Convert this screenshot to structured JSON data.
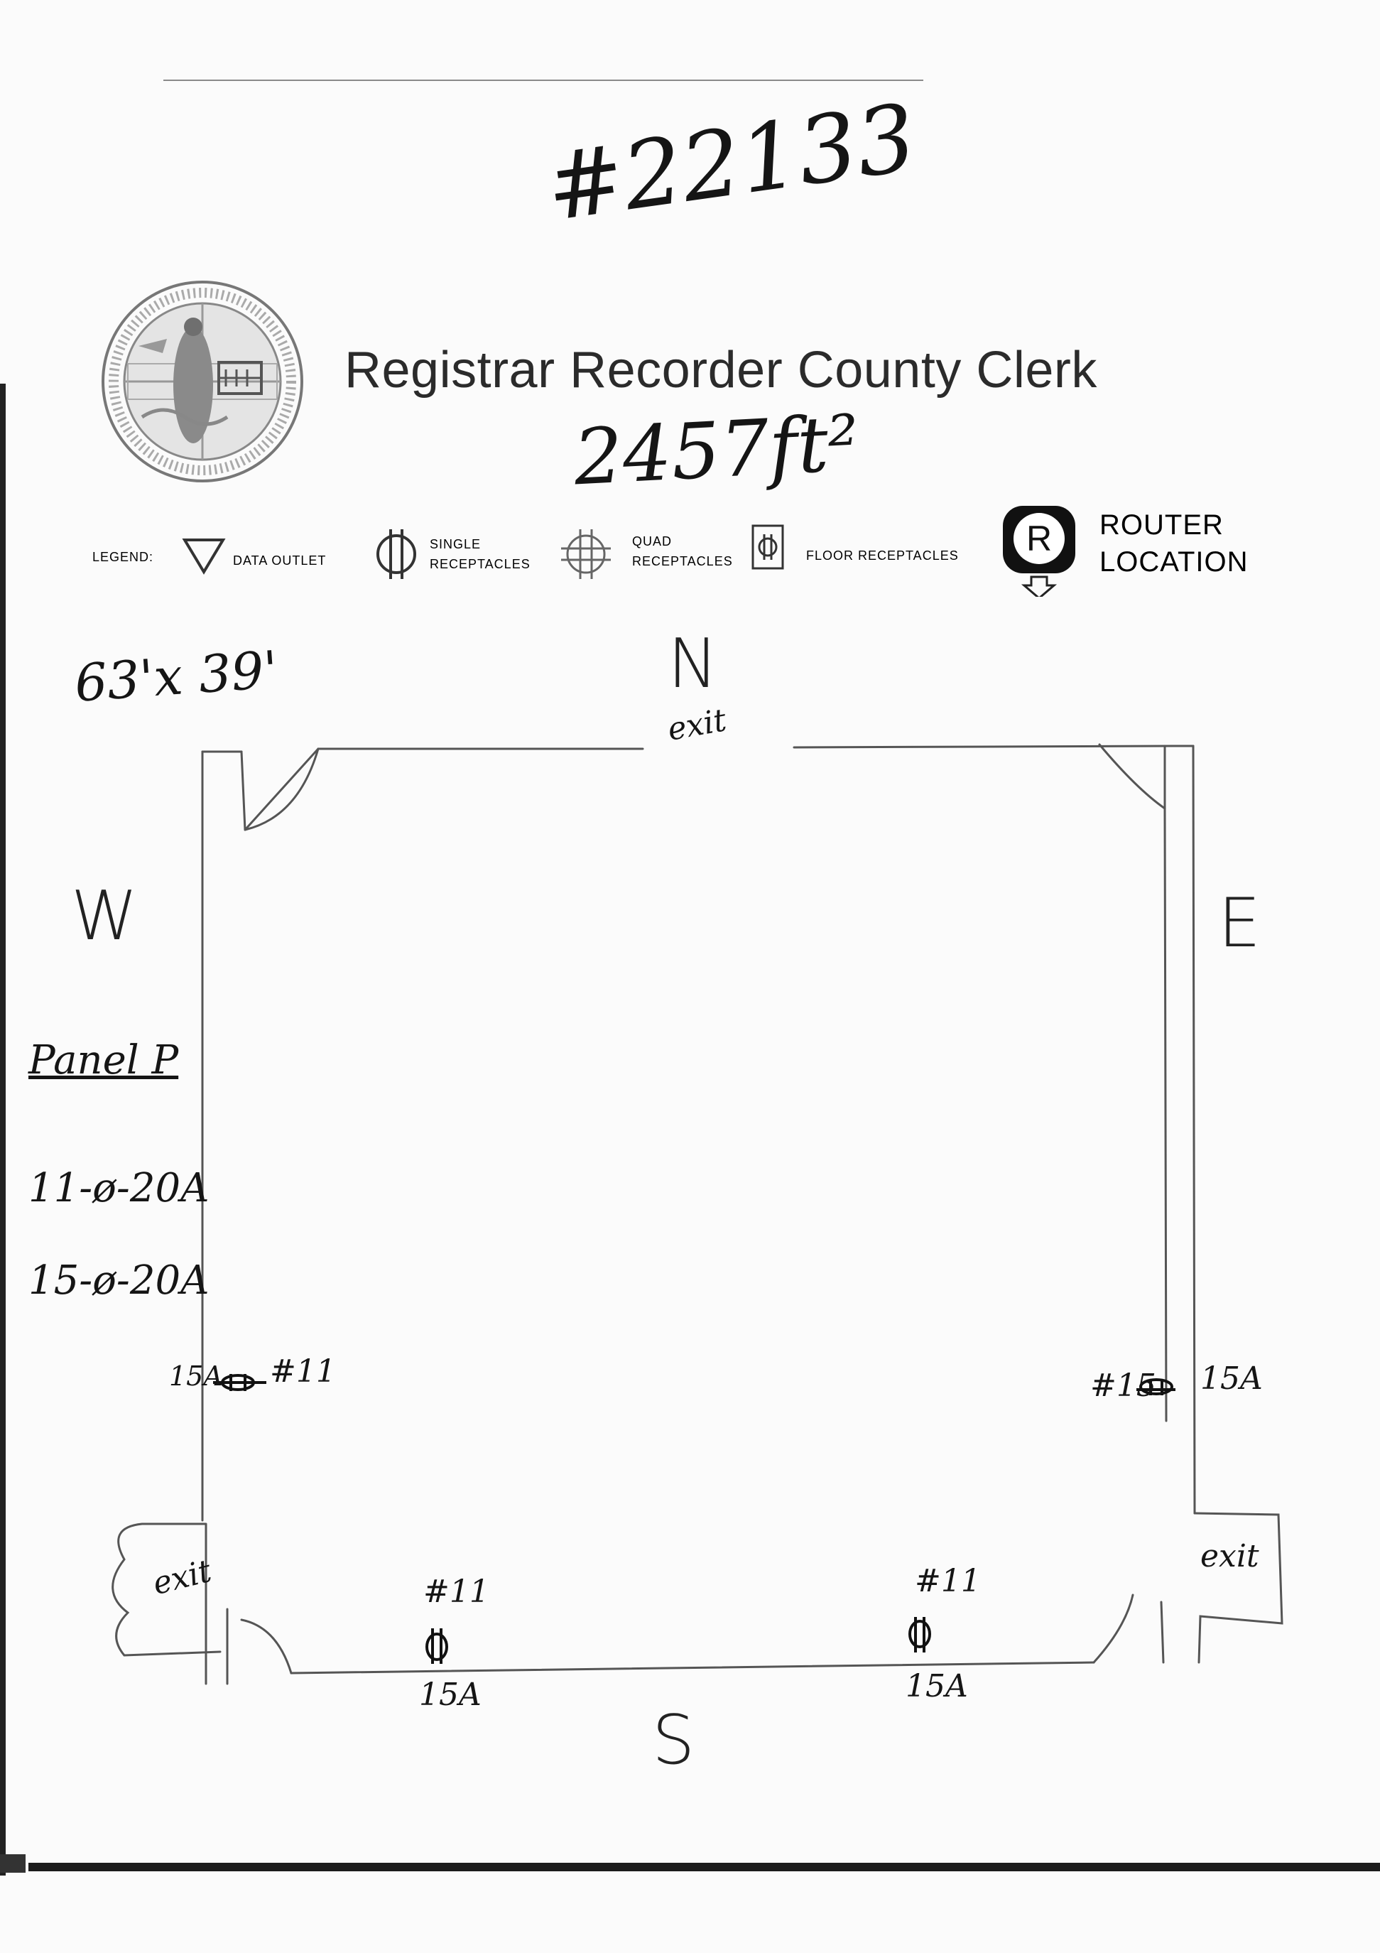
{
  "document": {
    "handwritten_number": "#22133",
    "organization_title": "Registrar Recorder County Clerk",
    "area_note": "2457ft²",
    "dimensions_note": "63'x 39'"
  },
  "legend": {
    "label": "LEGEND:",
    "items": [
      {
        "icon": "triangle-down-icon",
        "label": "DATA OUTLET"
      },
      {
        "icon": "single-receptacle-icon",
        "label_line1": "SINGLE",
        "label_line2": "RECEPTACLES"
      },
      {
        "icon": "quad-receptacle-icon",
        "label_line1": "QUAD",
        "label_line2": "RECEPTACLES"
      },
      {
        "icon": "floor-receptacle-icon",
        "label": "FLOOR RECEPTACLES"
      }
    ],
    "router": {
      "symbol": "R",
      "label_line1": "ROUTER",
      "label_line2": "LOCATION"
    }
  },
  "compass": {
    "north": "N",
    "south": "S",
    "east": "E",
    "west": "W"
  },
  "exits": {
    "north": "exit",
    "southwest": "exit",
    "southeast": "exit"
  },
  "panel_notes": {
    "title": "Panel P",
    "line1": "11-ø-20A",
    "line2": "15-ø-20A"
  },
  "outlets": [
    {
      "circuit": "#11",
      "rating": "15A",
      "location": "west wall"
    },
    {
      "circuit": "#15",
      "rating": "15A",
      "location": "east wall"
    },
    {
      "circuit": "#11",
      "rating": "15A",
      "location": "south wall left"
    },
    {
      "circuit": "#11",
      "rating": "15A",
      "location": "south wall right"
    }
  ]
}
